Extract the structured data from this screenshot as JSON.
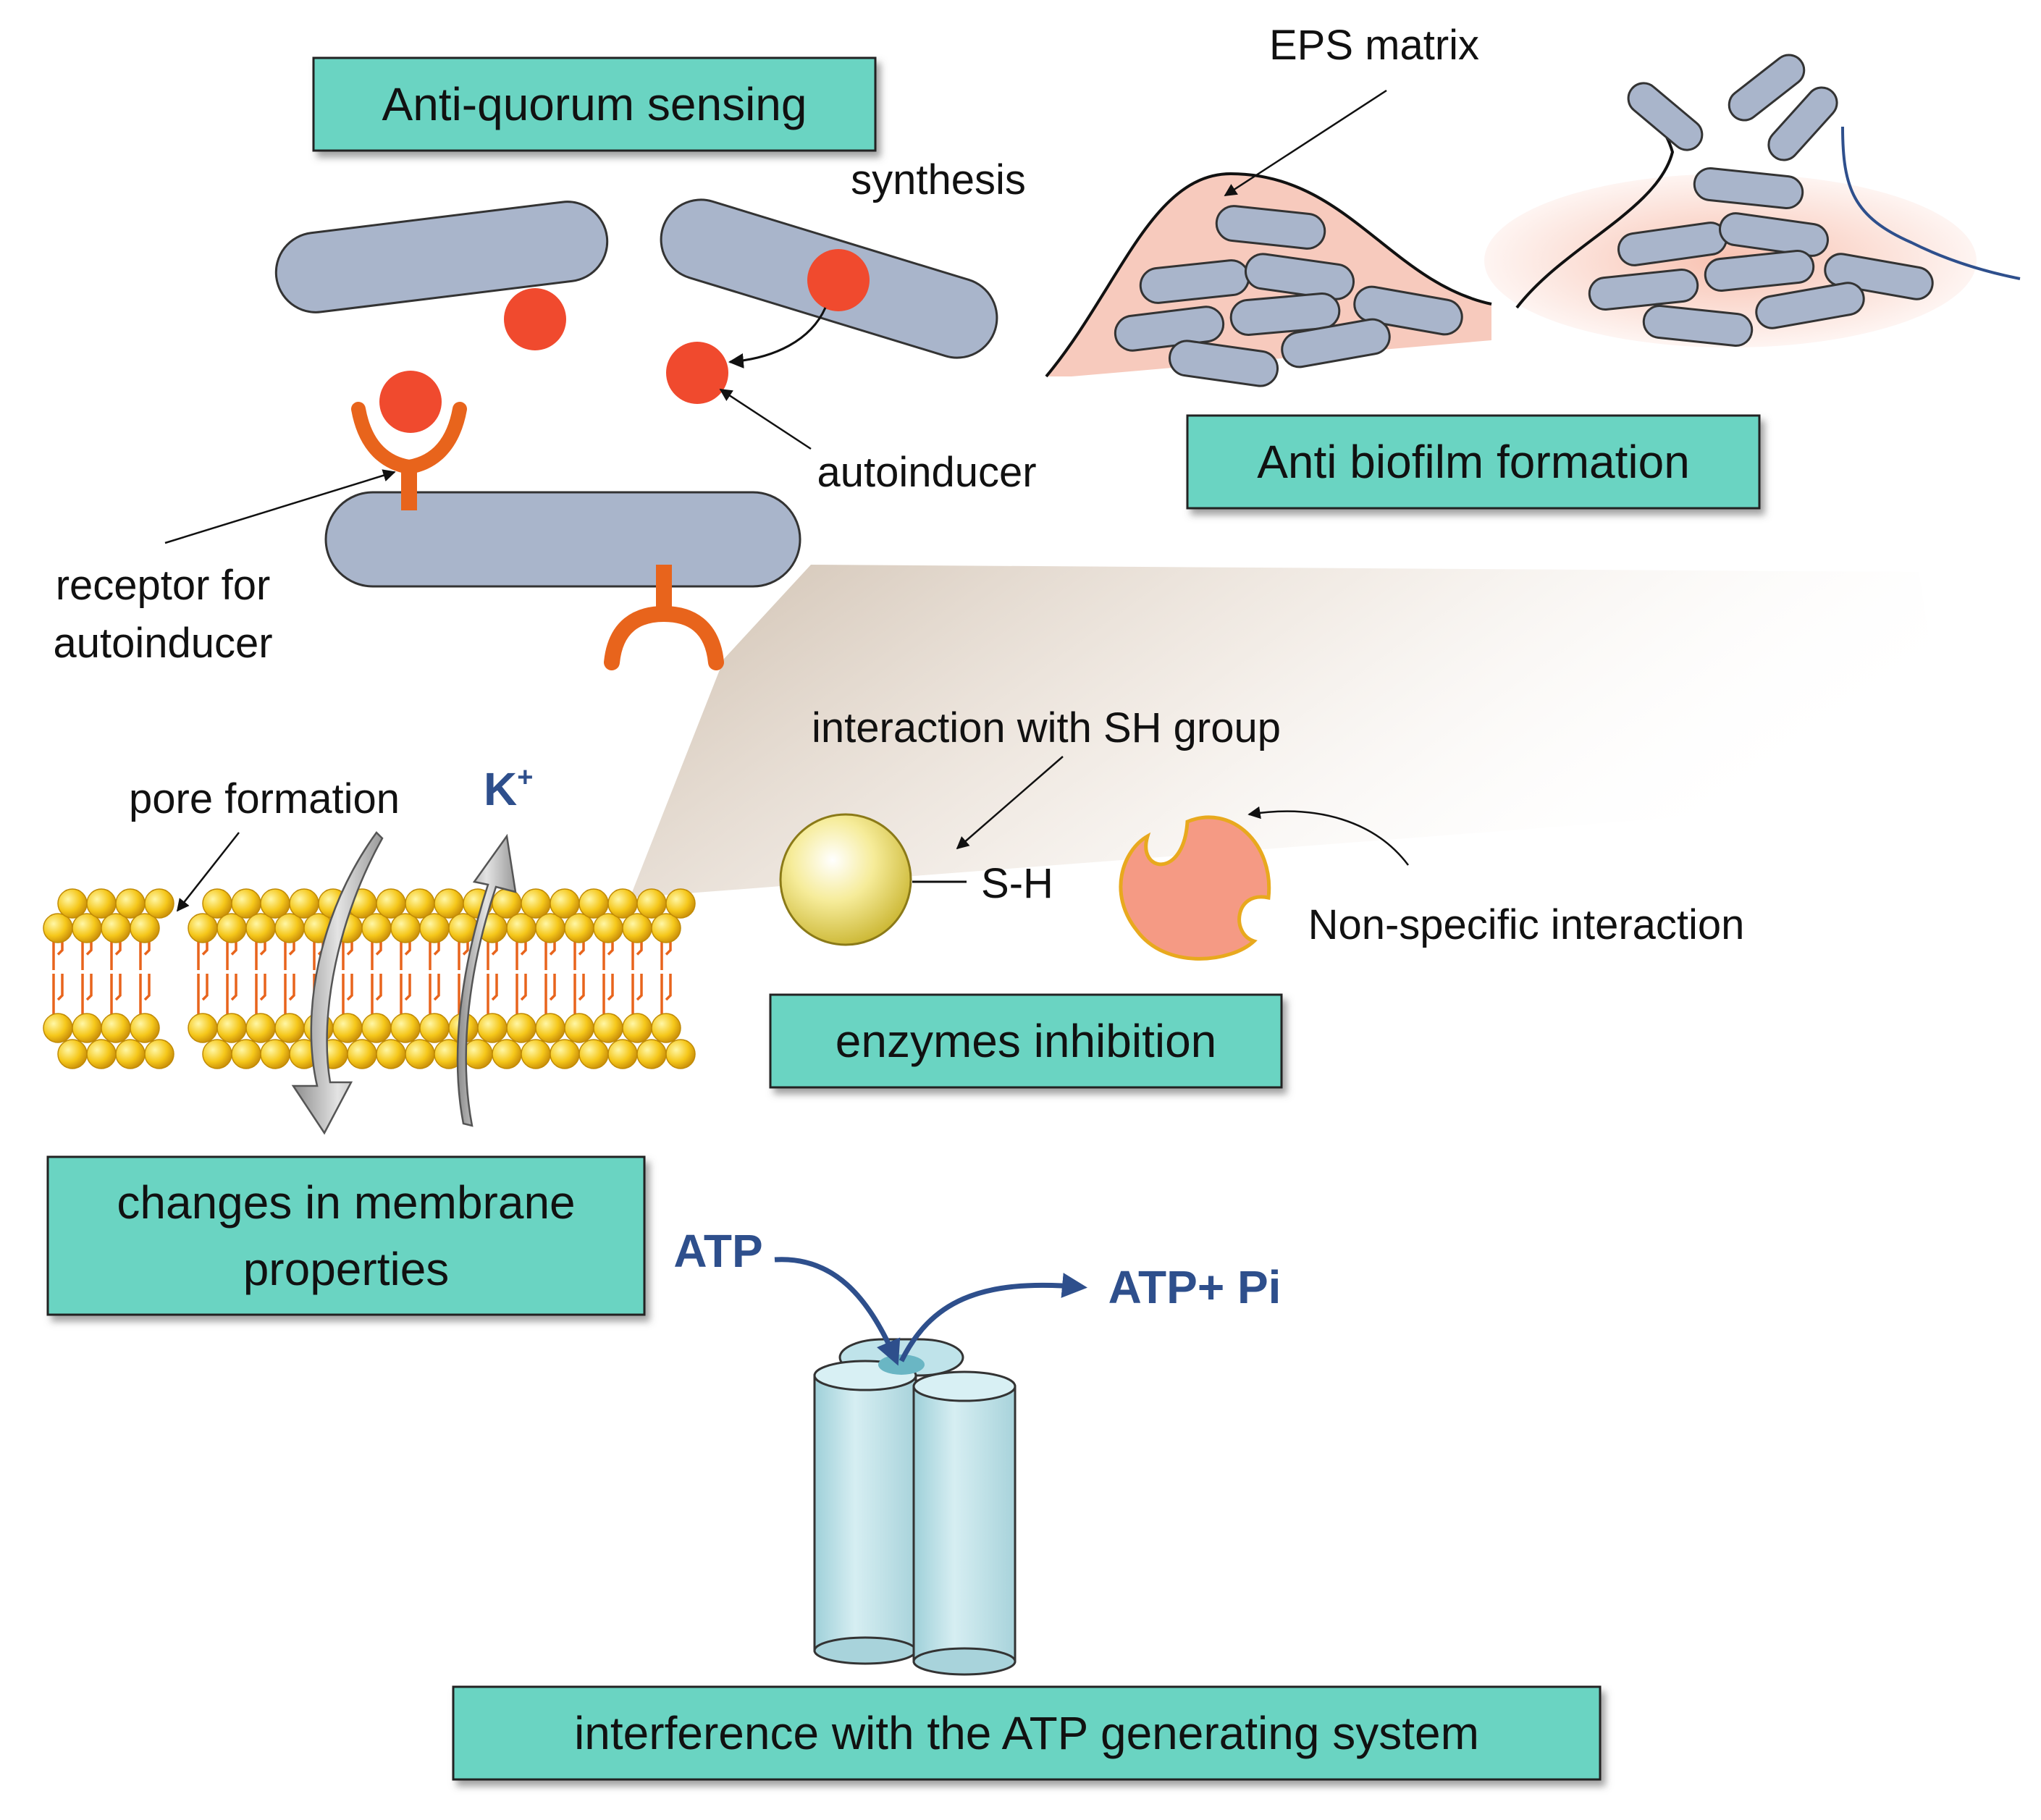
{
  "colors": {
    "box_fill": "#6bd4c2",
    "bacterium_fill": "#a9b5cb",
    "autoinducer": "#f04a2e",
    "receptor": "#e8641c",
    "eps": "#f6c4b6",
    "atp_blue": "#2e4f8c",
    "cylinder": "#bfe3ea",
    "enzyme": "#f59a84",
    "ball": "#f4e48a"
  },
  "boxes": {
    "anti_qs": "Anti-quorum sensing",
    "anti_biofilm": "Anti biofilm formation",
    "enzymes": "enzymes inhibition",
    "membrane_1": "changes in membrane",
    "membrane_2": "properties",
    "atp_system": "interference with the ATP generating system"
  },
  "labels": {
    "synthesis": "synthesis",
    "autoinducer": "autoinducer",
    "receptor_1": "receptor for",
    "receptor_2": "autoinducer",
    "eps": "EPS matrix",
    "sh_group": "interaction with SH group",
    "sh": "S-H",
    "nonspecific": "Non-specific interaction",
    "pore": "pore formation",
    "k": "K",
    "k_sup": "+",
    "atp": "ATP",
    "atp_pi": "ATP+ Pi"
  },
  "icons": [
    "bacterium-rod-icon",
    "autoinducer-molecule-icon",
    "receptor-icon",
    "eps-matrix-icon",
    "lipid-bilayer-icon",
    "thiol-ball-icon",
    "enzyme-icon",
    "atp-synthase-icon"
  ]
}
